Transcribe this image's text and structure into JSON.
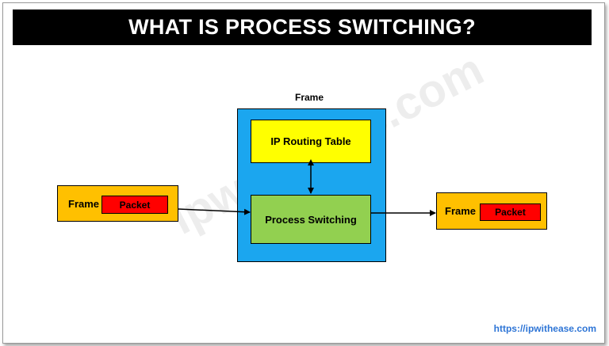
{
  "title": "WHAT IS PROCESS SWITCHING?",
  "diagram": {
    "frame_top_label": "Frame",
    "routing_table": "IP Routing Table",
    "process_switching": "Process Switching",
    "input": {
      "frame": "Frame",
      "packet": "Packet"
    },
    "output": {
      "frame": "Frame",
      "packet": "Packet"
    }
  },
  "watermark": "ipwithease.com",
  "url": "https://ipwithease.com",
  "colors": {
    "outer_frame": "#1ba6ef",
    "routing_table": "#ffff00",
    "process_switching": "#92d050",
    "frame_box": "#ffc000",
    "packet": "#ff0000",
    "url": "#2e75d6"
  }
}
